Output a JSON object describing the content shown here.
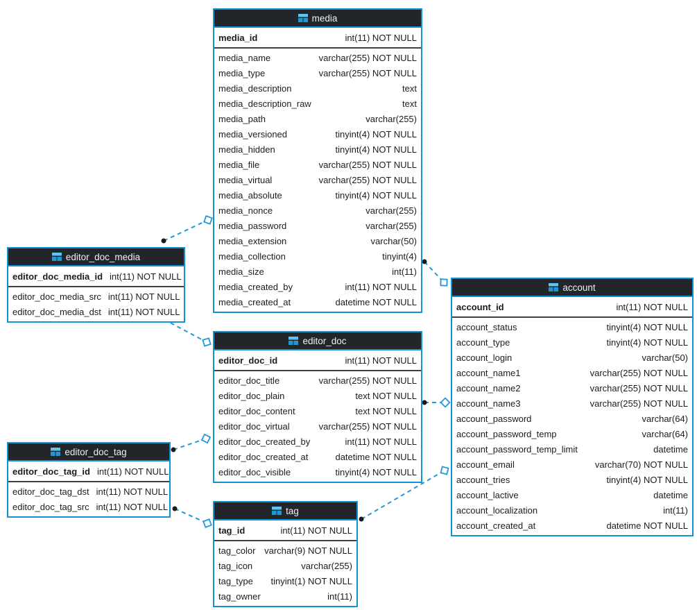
{
  "diagram": {
    "colors": {
      "table_border": "#1291d3",
      "header_bg": "#22262a",
      "header_text": "#eef1f3",
      "relation_line": "#2099d9",
      "relation_dot": "#1b1b1b",
      "relation_diamond_fill": "#ffffff",
      "pk_separator": "#3d4248",
      "icon_blue_light": "#5bc6f2",
      "icon_blue_dark": "#2196d3"
    },
    "tables": [
      {
        "name": "media",
        "icon": "table-icon",
        "columns": [
          {
            "name": "media_id",
            "type": "int(11) NOT NULL",
            "pk": true
          },
          {
            "name": "media_name",
            "type": "varchar(255) NOT NULL",
            "pk": false
          },
          {
            "name": "media_type",
            "type": "varchar(255) NOT NULL",
            "pk": false
          },
          {
            "name": "media_description",
            "type": "text",
            "pk": false
          },
          {
            "name": "media_description_raw",
            "type": "text",
            "pk": false
          },
          {
            "name": "media_path",
            "type": "varchar(255)",
            "pk": false
          },
          {
            "name": "media_versioned",
            "type": "tinyint(4) NOT NULL",
            "pk": false
          },
          {
            "name": "media_hidden",
            "type": "tinyint(4) NOT NULL",
            "pk": false
          },
          {
            "name": "media_file",
            "type": "varchar(255) NOT NULL",
            "pk": false
          },
          {
            "name": "media_virtual",
            "type": "varchar(255) NOT NULL",
            "pk": false
          },
          {
            "name": "media_absolute",
            "type": "tinyint(4) NOT NULL",
            "pk": false
          },
          {
            "name": "media_nonce",
            "type": "varchar(255)",
            "pk": false
          },
          {
            "name": "media_password",
            "type": "varchar(255)",
            "pk": false
          },
          {
            "name": "media_extension",
            "type": "varchar(50)",
            "pk": false
          },
          {
            "name": "media_collection",
            "type": "tinyint(4)",
            "pk": false
          },
          {
            "name": "media_size",
            "type": "int(11)",
            "pk": false
          },
          {
            "name": "media_created_by",
            "type": "int(11) NOT NULL",
            "pk": false
          },
          {
            "name": "media_created_at",
            "type": "datetime NOT NULL",
            "pk": false
          }
        ]
      },
      {
        "name": "editor_doc_media",
        "icon": "table-icon",
        "columns": [
          {
            "name": "editor_doc_media_id",
            "type": "int(11) NOT NULL",
            "pk": true
          },
          {
            "name": "editor_doc_media_src",
            "type": "int(11) NOT NULL",
            "pk": false
          },
          {
            "name": "editor_doc_media_dst",
            "type": "int(11) NOT NULL",
            "pk": false
          }
        ]
      },
      {
        "name": "editor_doc",
        "icon": "table-icon",
        "columns": [
          {
            "name": "editor_doc_id",
            "type": "int(11) NOT NULL",
            "pk": true
          },
          {
            "name": "editor_doc_title",
            "type": "varchar(255) NOT NULL",
            "pk": false
          },
          {
            "name": "editor_doc_plain",
            "type": "text NOT NULL",
            "pk": false
          },
          {
            "name": "editor_doc_content",
            "type": "text NOT NULL",
            "pk": false
          },
          {
            "name": "editor_doc_virtual",
            "type": "varchar(255) NOT NULL",
            "pk": false
          },
          {
            "name": "editor_doc_created_by",
            "type": "int(11) NOT NULL",
            "pk": false
          },
          {
            "name": "editor_doc_created_at",
            "type": "datetime NOT NULL",
            "pk": false
          },
          {
            "name": "editor_doc_visible",
            "type": "tinyint(4) NOT NULL",
            "pk": false
          }
        ]
      },
      {
        "name": "editor_doc_tag",
        "icon": "table-icon",
        "columns": [
          {
            "name": "editor_doc_tag_id",
            "type": "int(11) NOT NULL",
            "pk": true
          },
          {
            "name": "editor_doc_tag_dst",
            "type": "int(11) NOT NULL",
            "pk": false
          },
          {
            "name": "editor_doc_tag_src",
            "type": "int(11) NOT NULL",
            "pk": false
          }
        ]
      },
      {
        "name": "tag",
        "icon": "table-icon",
        "columns": [
          {
            "name": "tag_id",
            "type": "int(11) NOT NULL",
            "pk": true
          },
          {
            "name": "tag_color",
            "type": "varchar(9) NOT NULL",
            "pk": false
          },
          {
            "name": "tag_icon",
            "type": "varchar(255)",
            "pk": false
          },
          {
            "name": "tag_type",
            "type": "tinyint(1) NOT NULL",
            "pk": false
          },
          {
            "name": "tag_owner",
            "type": "int(11)",
            "pk": false
          }
        ]
      },
      {
        "name": "account",
        "icon": "table-icon",
        "columns": [
          {
            "name": "account_id",
            "type": "int(11) NOT NULL",
            "pk": true
          },
          {
            "name": "account_status",
            "type": "tinyint(4) NOT NULL",
            "pk": false
          },
          {
            "name": "account_type",
            "type": "tinyint(4) NOT NULL",
            "pk": false
          },
          {
            "name": "account_login",
            "type": "varchar(50)",
            "pk": false
          },
          {
            "name": "account_name1",
            "type": "varchar(255) NOT NULL",
            "pk": false
          },
          {
            "name": "account_name2",
            "type": "varchar(255) NOT NULL",
            "pk": false
          },
          {
            "name": "account_name3",
            "type": "varchar(255) NOT NULL",
            "pk": false
          },
          {
            "name": "account_password",
            "type": "varchar(64)",
            "pk": false
          },
          {
            "name": "account_password_temp",
            "type": "varchar(64)",
            "pk": false
          },
          {
            "name": "account_password_temp_limit",
            "type": "datetime",
            "pk": false
          },
          {
            "name": "account_email",
            "type": "varchar(70) NOT NULL",
            "pk": false
          },
          {
            "name": "account_tries",
            "type": "tinyint(4) NOT NULL",
            "pk": false
          },
          {
            "name": "account_lactive",
            "type": "datetime",
            "pk": false
          },
          {
            "name": "account_localization",
            "type": "int(11)",
            "pk": false
          },
          {
            "name": "account_created_at",
            "type": "datetime NOT NULL",
            "pk": false
          }
        ]
      }
    ],
    "relations": [
      {
        "from": "editor_doc_media",
        "to": "media"
      },
      {
        "from": "editor_doc_media",
        "to": "editor_doc"
      },
      {
        "from": "editor_doc",
        "to": "account"
      },
      {
        "from": "media",
        "to": "account"
      },
      {
        "from": "editor_doc_tag",
        "to": "editor_doc"
      },
      {
        "from": "editor_doc_tag",
        "to": "tag"
      },
      {
        "from": "tag",
        "to": "account"
      }
    ]
  }
}
